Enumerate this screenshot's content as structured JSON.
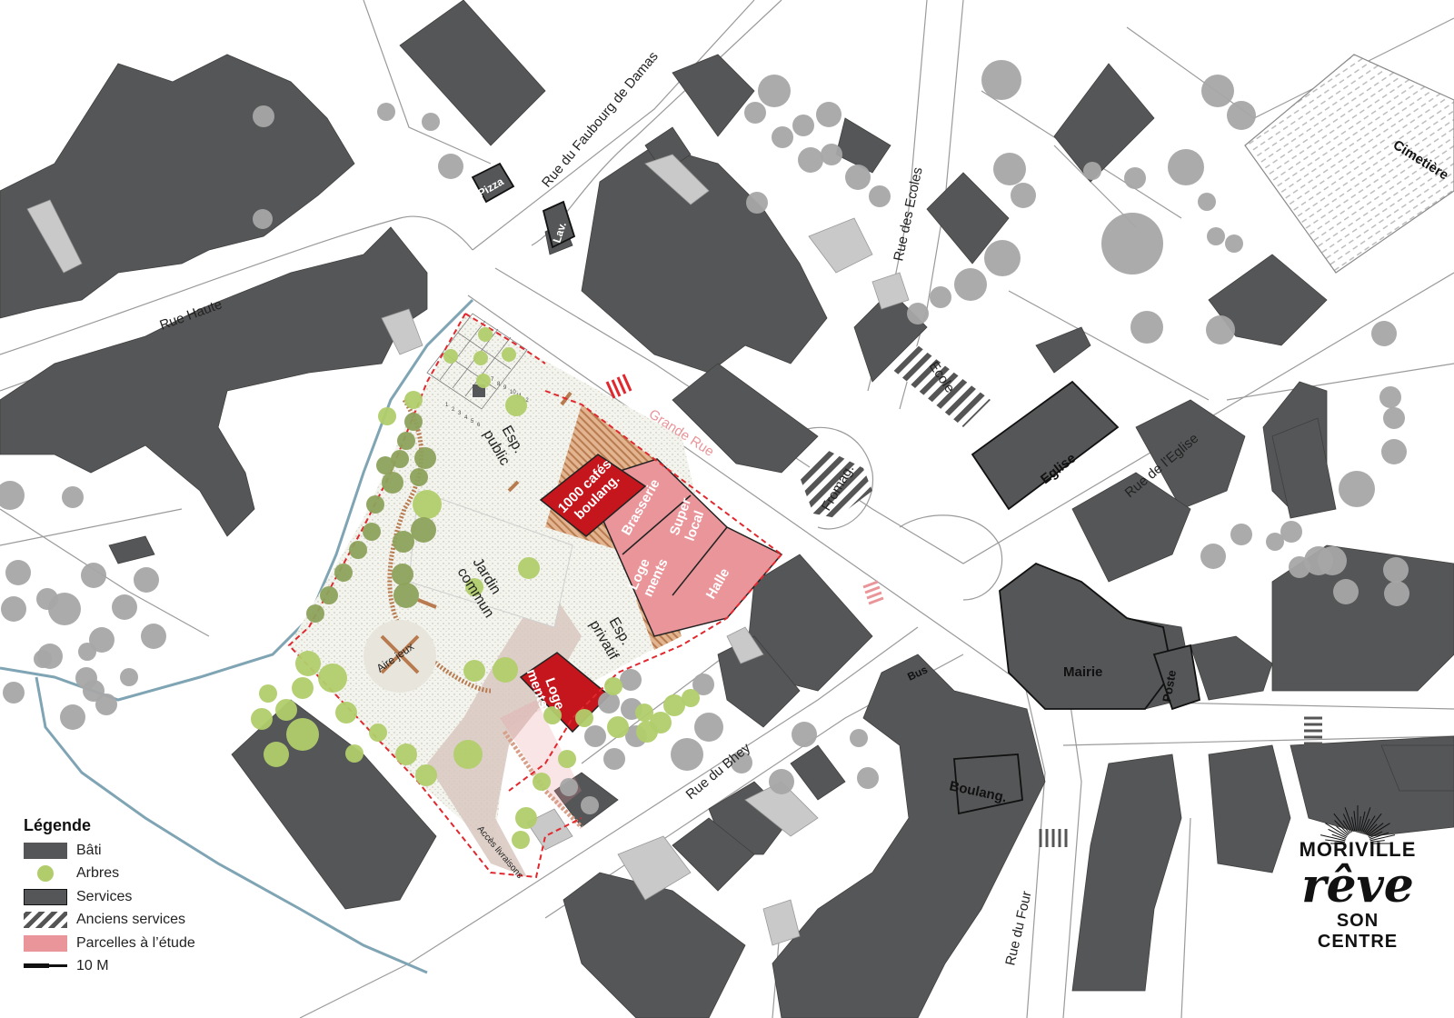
{
  "streets": {
    "rue_haute": "Rue Haute",
    "faubourg": "Rue du Faubourg de Damas",
    "ecoles": "Rue des Ecoles",
    "grande_rue": "Grande Rue",
    "eglise_rue": "Rue de l’Eglise",
    "bhey": "Rue du Bhey",
    "four": "Rue du Four"
  },
  "places": {
    "pizza": "Pizza",
    "lav": "Lav.",
    "ecole": "Ecole",
    "fromag": "Fromag.",
    "eglise": "Eglise",
    "mairie": "Mairie",
    "poste": "Poste",
    "bus": "Bus",
    "boulang": "Boulang.",
    "cimetiere": "Cimetière"
  },
  "project": {
    "esp_public": [
      "Esp.",
      "public"
    ],
    "jardin": [
      "Jardin",
      "commun"
    ],
    "esp_privatif": [
      "Esp.",
      "privatif"
    ],
    "aire_jeux": "Aire jeux",
    "acces": "Accès livraisons",
    "cafes": [
      "1000 cafés",
      "boulang."
    ],
    "brasserie": "Brasserie",
    "super": [
      "Super",
      "local"
    ],
    "logements_top": [
      "Loge",
      "ments"
    ],
    "halle": "Halle",
    "logements_bottom": [
      "Loge",
      "ments"
    ],
    "parking_numbers": [
      "1",
      "2",
      "3",
      "4",
      "5",
      "6",
      "7",
      "8",
      "9",
      "10",
      "11",
      "12"
    ]
  },
  "legend": {
    "title": "Légende",
    "items": [
      {
        "key": "bati",
        "label": "Bâti"
      },
      {
        "key": "arbres",
        "label": "Arbres"
      },
      {
        "key": "services",
        "label": "Services"
      },
      {
        "key": "anciens",
        "label": "Anciens services"
      },
      {
        "key": "parcelles",
        "label": "Parcelles à l’étude"
      },
      {
        "key": "scale",
        "label": "10 M"
      }
    ]
  },
  "logo": {
    "line1": "MORIVILLE",
    "line2": "rêve",
    "line3": "SON CENTRE"
  },
  "colors": {
    "building": "#555657",
    "tree_grey": "#a7a7a7",
    "tree_green": "#b1cd6b",
    "parcel": "#e9959a",
    "parcel_dark": "#c4161c",
    "river": "#7fa4b4",
    "wood": "#c8926a",
    "boundary_red": "#e0282e"
  }
}
